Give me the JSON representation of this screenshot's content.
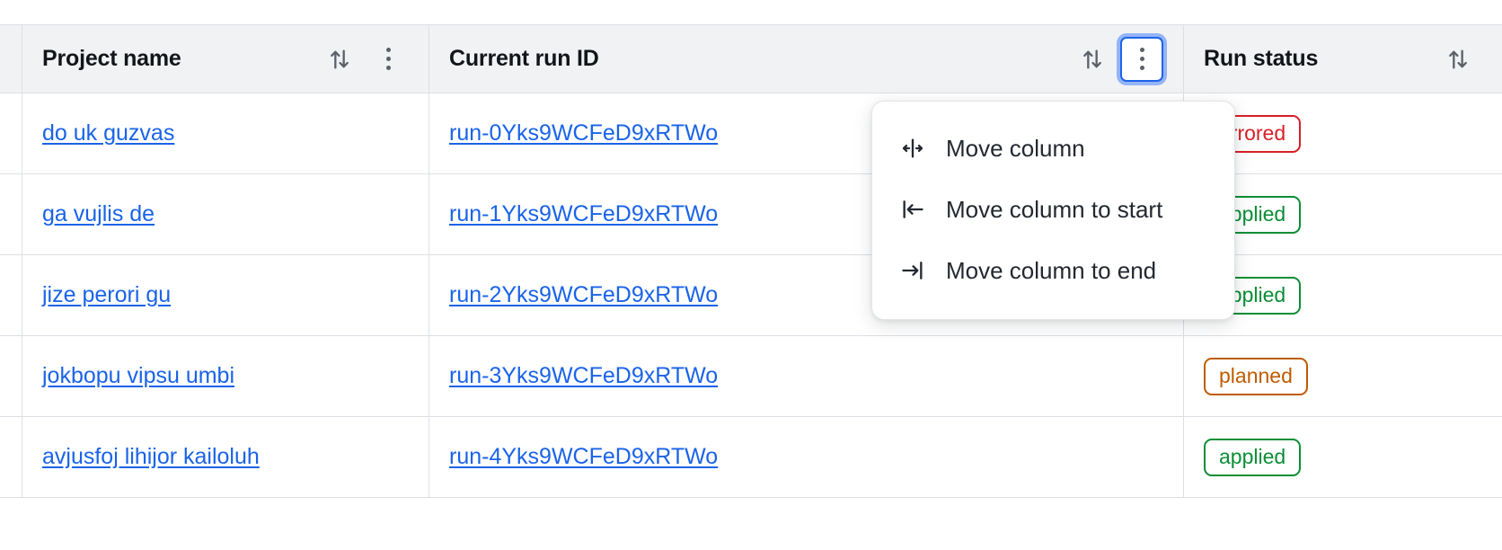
{
  "table": {
    "columns": [
      {
        "id": "gutter",
        "label": ""
      },
      {
        "id": "project",
        "label": "Project name",
        "sort_icon": "sort-updown-icon",
        "menu_icon": "kebab-menu-icon"
      },
      {
        "id": "runid",
        "label": "Current run ID",
        "sort_icon": "sort-updown-icon",
        "menu_icon": "kebab-menu-icon"
      },
      {
        "id": "status",
        "label": "Run status",
        "sort_icon": "sort-updown-icon"
      }
    ],
    "rows": [
      {
        "project": "do uk guzvas",
        "run_id": "run-0Yks9WCFeD9xRTWo",
        "status": "errored",
        "status_kind": "errored"
      },
      {
        "project": "ga vujlis de",
        "run_id": "run-1Yks9WCFeD9xRTWo",
        "status": "applied",
        "status_kind": "applied"
      },
      {
        "project": "jize perori gu",
        "run_id": "run-2Yks9WCFeD9xRTWo",
        "status": "applied",
        "status_kind": "applied"
      },
      {
        "project": "jokbopu vipsu umbi",
        "run_id": "run-3Yks9WCFeD9xRTWo",
        "status": "planned",
        "status_kind": "planned"
      },
      {
        "project": "avjusfoj lihijor kailoluh",
        "run_id": "run-4Yks9WCFeD9xRTWo",
        "status": "applied",
        "status_kind": "applied"
      }
    ]
  },
  "column_menu": {
    "open_for_column": "Current run ID",
    "items": [
      {
        "label": "Move column",
        "icon": "move-column-horizontal-icon"
      },
      {
        "label": "Move column to start",
        "icon": "move-column-to-start-icon"
      },
      {
        "label": "Move column to end",
        "icon": "move-column-to-end-icon"
      }
    ]
  },
  "colors": {
    "link": "#1a63e8",
    "errored": "#d81f27",
    "applied": "#0a8e36",
    "planned": "#bf5b00",
    "focus_ring": "#1f63e8",
    "header_bg": "#f1f2f4",
    "border": "#dcdfe4"
  }
}
